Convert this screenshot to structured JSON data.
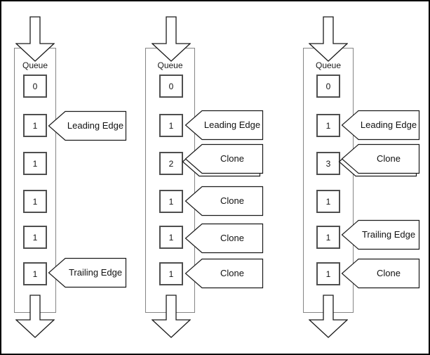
{
  "colors": {
    "background": "#ffffff",
    "line": "#1a1a1a",
    "queue_rect_border": "#858585",
    "item_box_border": "#4f4f4f"
  },
  "diagram": {
    "columns": [
      {
        "queue_label": "Queue",
        "boxes": [
          "0",
          "1",
          "1",
          "1",
          "1",
          "1"
        ],
        "callouts": [
          {
            "label": "Leading Edge"
          },
          {
            "label": "Trailing Edge"
          }
        ]
      },
      {
        "queue_label": "Queue",
        "boxes": [
          "0",
          "1",
          "2",
          "1",
          "1",
          "1"
        ],
        "callouts": [
          {
            "label": "Leading Edge"
          },
          {
            "label": "Clone"
          },
          {
            "label": "Clone"
          },
          {
            "label": "Clone"
          },
          {
            "label": "Clone"
          }
        ]
      },
      {
        "queue_label": "Queue",
        "boxes": [
          "0",
          "1",
          "3",
          "1",
          "1",
          "1"
        ],
        "callouts": [
          {
            "label": "Leading Edge"
          },
          {
            "label": "Clone"
          },
          {
            "label": "Trailing Edge"
          },
          {
            "label": "Clone"
          }
        ]
      }
    ]
  }
}
